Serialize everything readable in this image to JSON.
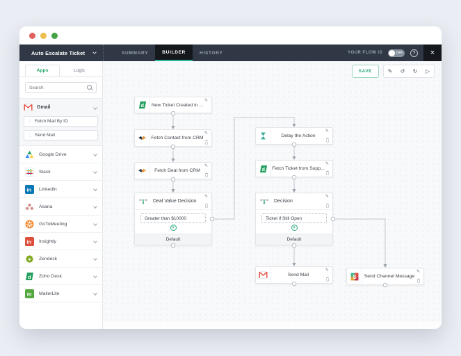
{
  "window": {
    "traffic_lights": [
      "#e2625b",
      "#eebd4c",
      "#47a348"
    ]
  },
  "header": {
    "title": "Auto Escalate Ticket",
    "tabs": [
      {
        "label": "SUMMARY"
      },
      {
        "label": "BUILDER"
      },
      {
        "label": "HISTORY"
      }
    ],
    "active_tab": "BUILDER",
    "flow_status_label": "YOUR FLOW IS",
    "flow_toggle_state": "OFF",
    "help_label": "?",
    "close_label": "×"
  },
  "toolbar": {
    "save_label": "SAVE",
    "icons": [
      {
        "name": "edit-icon",
        "glyph": "✎"
      },
      {
        "name": "undo-icon",
        "glyph": "↺"
      },
      {
        "name": "redo-icon",
        "glyph": "↻"
      },
      {
        "name": "run-icon",
        "glyph": "▷"
      }
    ]
  },
  "sidebar": {
    "tabs": [
      {
        "label": "Apps"
      },
      {
        "label": "Logic"
      }
    ],
    "active_tab": "Apps",
    "search_placeholder": "Search",
    "expanded_group": {
      "name": "Gmail",
      "icon": "gmail-icon",
      "actions": [
        {
          "label": "Fetch Mail By ID"
        },
        {
          "label": "Send Mail"
        }
      ]
    },
    "apps": [
      {
        "name": "Google Drive",
        "icon": "google-drive-icon"
      },
      {
        "name": "Slack",
        "icon": "slack-icon"
      },
      {
        "name": "LinkedIn",
        "icon": "linkedin-icon"
      },
      {
        "name": "Asana",
        "icon": "asana-icon"
      },
      {
        "name": "GoToMeeting",
        "icon": "gotomeeting-icon"
      },
      {
        "name": "Insightly",
        "icon": "insightly-icon"
      },
      {
        "name": "Zendesk",
        "icon": "zendesk-icon"
      },
      {
        "name": "Zoho Desk",
        "icon": "zoho-desk-icon"
      },
      {
        "name": "MailerLite",
        "icon": "mailerlite-icon"
      }
    ]
  },
  "flow": {
    "new_ticket": {
      "label": "New Ticket Created in ...",
      "icon": "zoho-desk-icon"
    },
    "fetch_contact": {
      "label": "Fetch Contact from CRM",
      "icon": "crm-handshake-icon"
    },
    "fetch_deal": {
      "label": "Fetch Deal from CRM",
      "icon": "crm-handshake-icon"
    },
    "deal_decision": {
      "title": "Deal Value Decision",
      "icon": "decision-branch-icon",
      "condition": "Greater than $10000",
      "default_label": "Default"
    },
    "delay": {
      "label": "Delay the Action",
      "icon": "delay-hourglass-icon"
    },
    "fetch_ticket": {
      "label": "Fetch Ticket from Supp...",
      "icon": "zoho-desk-icon"
    },
    "decision": {
      "title": "Decision",
      "icon": "decision-branch-icon",
      "condition": "Ticket if Still Open",
      "default_label": "Default"
    },
    "send_mail": {
      "label": "Send Mail",
      "icon": "gmail-icon"
    },
    "send_channel": {
      "label": "Send Channel Message",
      "icon": "slack-mosaic-icon"
    }
  },
  "colors": {
    "accent_teal": "#2bb7a0",
    "accent_green": "#21a565",
    "header_bg": "#2f3844",
    "canvas_bg": "#f8f9fb"
  }
}
